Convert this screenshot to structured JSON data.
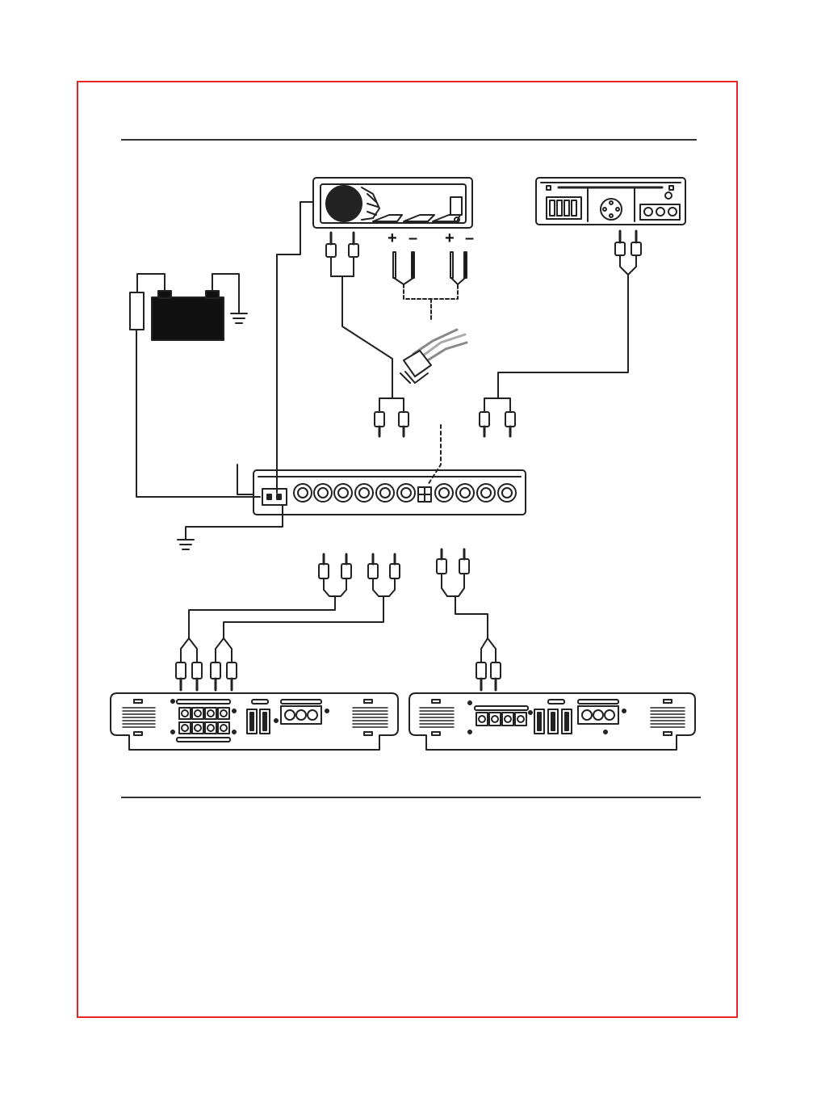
{
  "colors": {
    "frame": "#e8242b",
    "line": "#222222",
    "battery": "#111111",
    "rule": "#333333"
  },
  "labels": {
    "battery_plus": "+",
    "battery_minus": "-",
    "speaker_a_plus": "+",
    "speaker_a_minus": "–",
    "speaker_b_plus": "+",
    "speaker_b_minus": "–"
  },
  "components": [
    {
      "name": "head-unit",
      "icon": "car-radio-icon"
    },
    {
      "name": "dvd-player",
      "icon": "dvd-player-icon"
    },
    {
      "name": "battery",
      "icon": "battery-icon"
    },
    {
      "name": "fuse",
      "icon": "fuse-icon"
    },
    {
      "name": "wiring-harness",
      "icon": "connector-plug-icon"
    },
    {
      "name": "processor-unit",
      "icon": "signal-processor-icon"
    },
    {
      "name": "amplifier-left",
      "icon": "amplifier-icon"
    },
    {
      "name": "amplifier-right",
      "icon": "amplifier-icon"
    }
  ]
}
